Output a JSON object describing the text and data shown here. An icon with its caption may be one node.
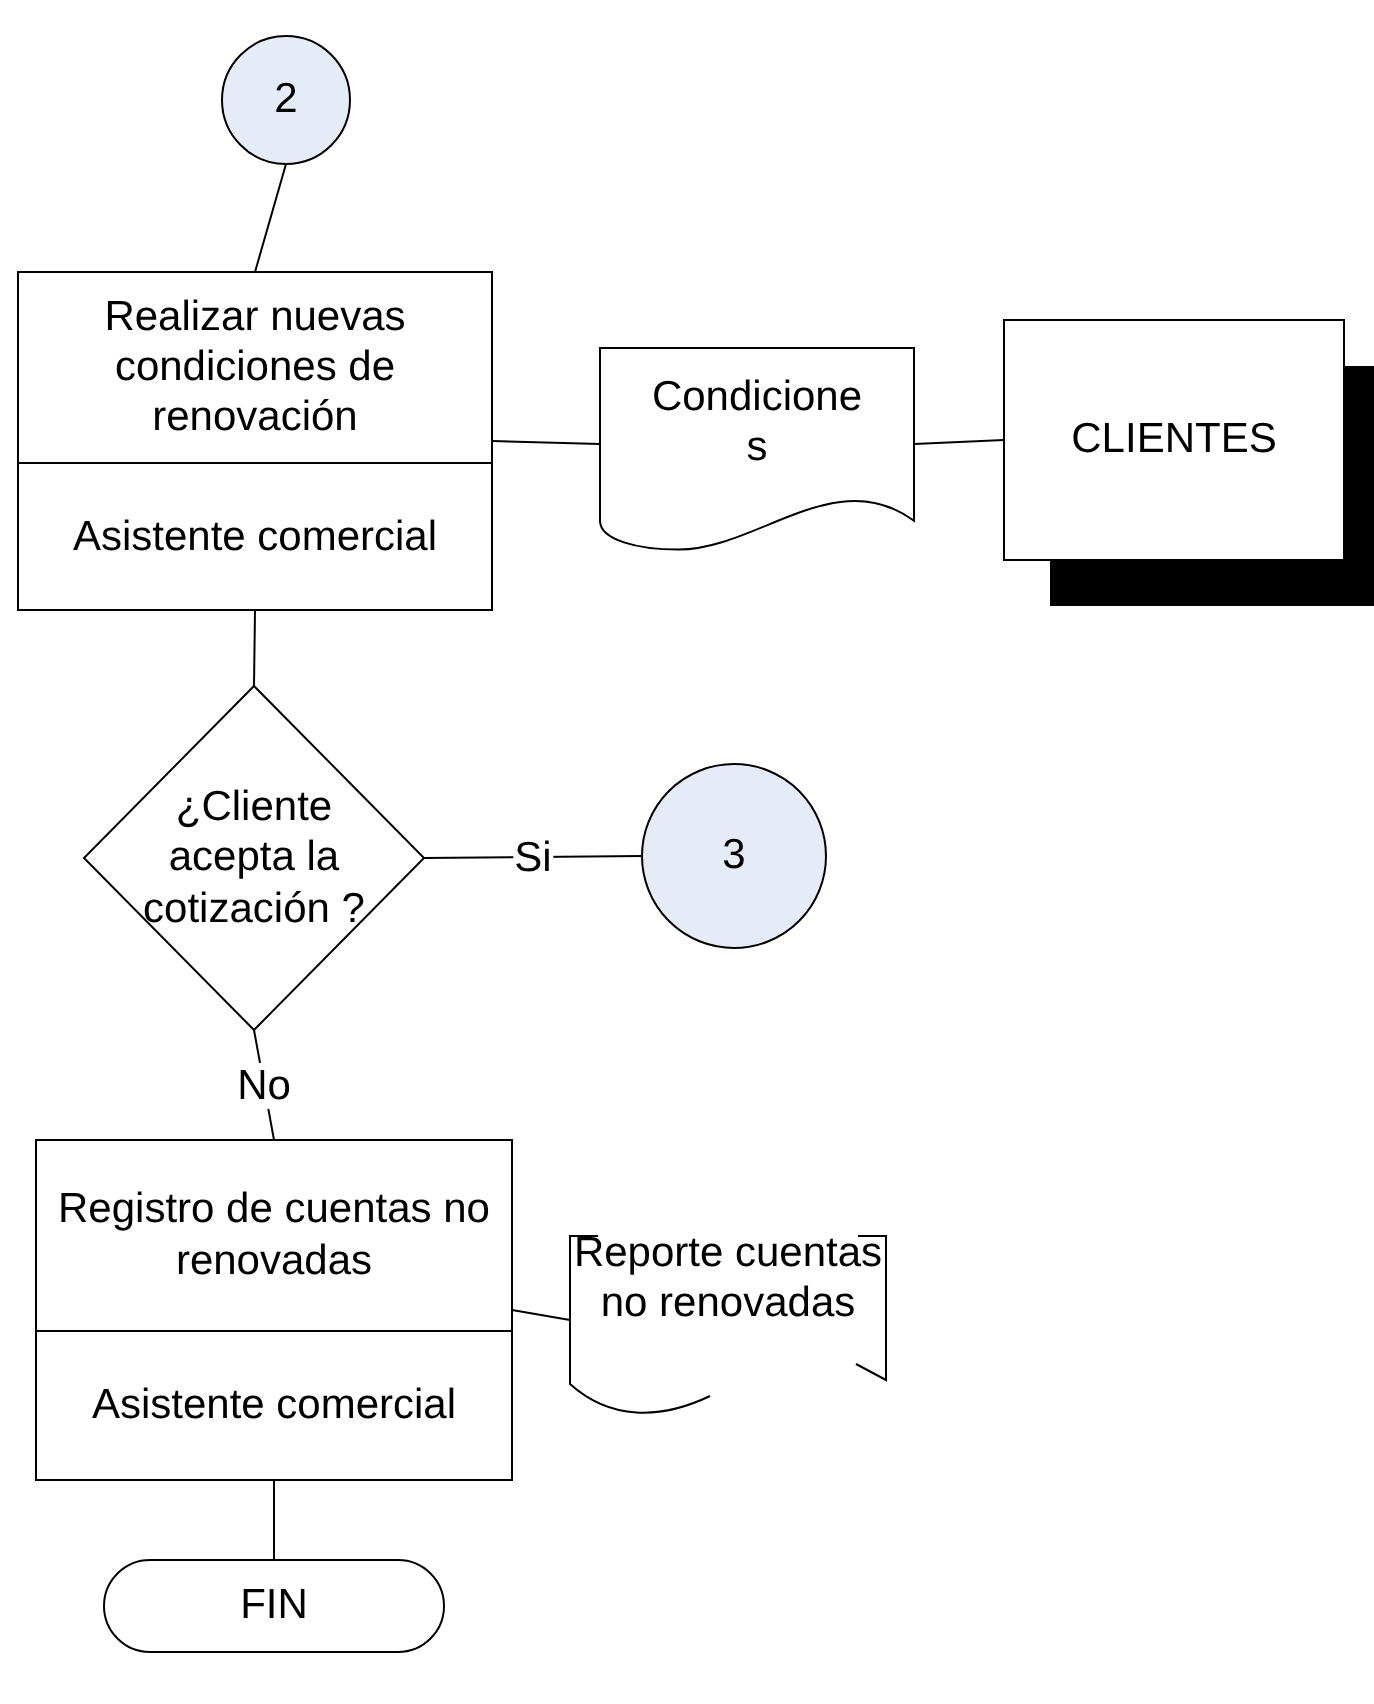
{
  "diagram": {
    "nodes": [
      {
        "text": [
          "2"
        ]
      },
      {
        "text": [
          "Realizar nuevas condiciones de renovación",
          "Asistente comercial"
        ]
      },
      {
        "text": [
          "Condiciones"
        ]
      },
      {
        "text": [
          "CLIENTES"
        ]
      },
      {
        "text": [
          "¿Cliente acepta la cotización ?"
        ]
      },
      {
        "text": [
          "3"
        ]
      },
      {
        "text": [
          "Registro de cuentas no renovadas",
          "Asistente comercial"
        ]
      },
      {
        "text": [
          "Reporte cuentas no renovadas"
        ]
      },
      {
        "text": [
          "FIN"
        ]
      }
    ],
    "edges": [
      {
        "from": 0,
        "to": 1,
        "arrow": "none"
      },
      {
        "from": 1,
        "to": 2,
        "arrow": "none"
      },
      {
        "from": 2,
        "to": 3,
        "arrow": "none"
      },
      {
        "from": 1,
        "to": 4,
        "arrow": "none"
      },
      {
        "from": 4,
        "to": 5,
        "arrow": "none",
        "label": "Si"
      },
      {
        "from": 4,
        "to": 6,
        "arrow": "none",
        "label": "No"
      },
      {
        "from": 6,
        "to": 7,
        "arrow": "none"
      },
      {
        "from": 6,
        "to": 8,
        "arrow": "none"
      }
    ]
  }
}
